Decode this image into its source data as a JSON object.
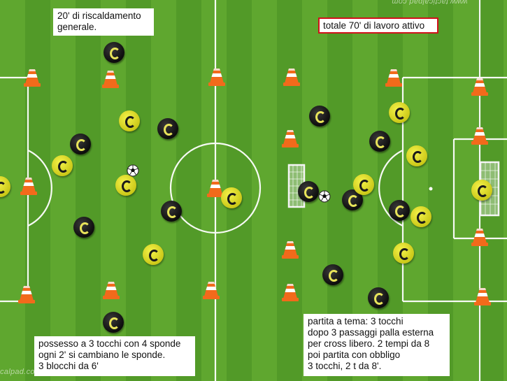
{
  "notes": {
    "warmup": "20' di riscaldamento\ngenerale.",
    "total": "totale 70' di lavoro attivo",
    "possession": "possesso a 3 tocchi con 4 sponde\nogni 2' si cambiano le sponde.\n3 blocchi da 6'",
    "match": "partita a tema: 3 tocchi\ndopo 3 passaggi palla esterna\nper cross libero. 2 tempi da 8\npoi partita con obbligo\n3 tocchi, 2 t da 8'."
  },
  "watermarks": {
    "top": "www.tacticalpad.com",
    "bottom": "calpad.com"
  },
  "colors": {
    "grass_light": "#5fa72f",
    "grass_dark": "#4f9526",
    "line": "#ffffff",
    "cone": "#f26a1b",
    "black_token": "#111111",
    "yellow_token": "#dedb2a",
    "note_border": "#d0121b"
  },
  "icons": {
    "player_black": "black-player-token-icon",
    "player_yellow": "yellow-player-token-icon",
    "cone": "training-cone-icon",
    "ball": "soccer-ball-icon",
    "goal": "mini-goal-icon"
  }
}
